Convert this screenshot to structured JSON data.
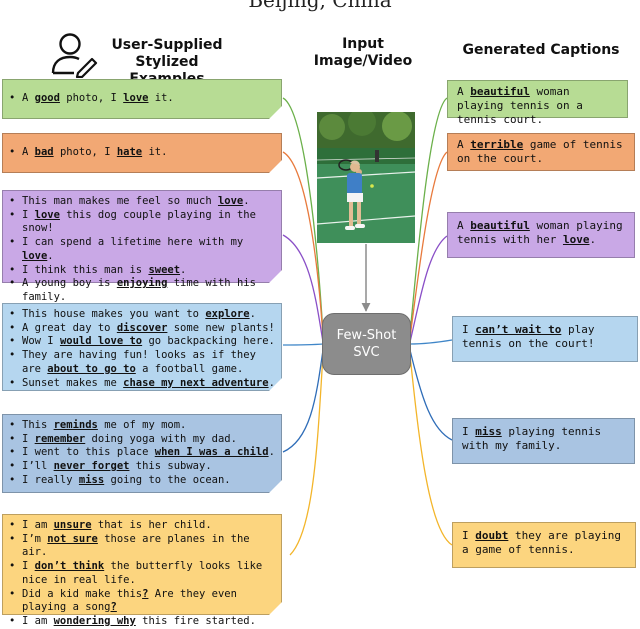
{
  "title_partial": "Beijing, China",
  "headers": {
    "examples": [
      "User-Supplied",
      "Stylized Examples"
    ],
    "input": [
      "Input",
      "Image/Video"
    ],
    "captions": "Generated Captions"
  },
  "center_node": [
    "Few-Shot",
    "SVC"
  ],
  "colors": {
    "green": "#b7dc94",
    "orange": "#f2a874",
    "purple": "#c9a8e6",
    "blue": "#b5d6ef",
    "slate": "#a9c4e2",
    "yellow": "#fcd57f",
    "green_line": "#6bb04a",
    "orange_line": "#e87a3d",
    "purple_line": "#8a4fc7",
    "blue_line": "#3f86c8",
    "slate_line": "#2f6db8",
    "yellow_line": "#f3b52a",
    "center_node": "#8c8c8c"
  },
  "icon": "user-edit-icon",
  "example_groups": [
    {
      "color": "green",
      "items": [
        [
          [
            "A "
          ],
          [
            "good",
            1
          ],
          [
            " photo, I "
          ],
          [
            "love",
            1
          ],
          [
            " it."
          ]
        ]
      ]
    },
    {
      "color": "orange",
      "items": [
        [
          [
            "A "
          ],
          [
            "bad",
            1
          ],
          [
            " photo, I "
          ],
          [
            "hate",
            1
          ],
          [
            " it."
          ]
        ]
      ]
    },
    {
      "color": "purple",
      "items": [
        [
          [
            "This man makes me feel so much "
          ],
          [
            "love",
            1
          ],
          [
            "."
          ]
        ],
        [
          [
            "I "
          ],
          [
            "love",
            1
          ],
          [
            " this dog couple playing in the snow!"
          ]
        ],
        [
          [
            "I can spend a lifetime here with my "
          ],
          [
            "love",
            1
          ],
          [
            "."
          ]
        ],
        [
          [
            "I think this man is "
          ],
          [
            "sweet",
            1
          ],
          [
            "."
          ]
        ],
        [
          [
            "A young boy is "
          ],
          [
            "enjoying",
            1
          ],
          [
            " time with his family."
          ]
        ]
      ]
    },
    {
      "color": "blue",
      "items": [
        [
          [
            "This house makes you want to "
          ],
          [
            "explore",
            1
          ],
          [
            "."
          ]
        ],
        [
          [
            "A great day to "
          ],
          [
            "discover",
            1
          ],
          [
            " some new plants!"
          ]
        ],
        [
          [
            "Wow I "
          ],
          [
            "would love to",
            1
          ],
          [
            " go backpacking here."
          ]
        ],
        [
          [
            "They are having fun! looks as if they are "
          ],
          [
            "about to go to",
            1
          ],
          [
            " a football game."
          ]
        ],
        [
          [
            "Sunset makes me "
          ],
          [
            "chase my next adventure",
            1
          ],
          [
            "."
          ]
        ]
      ]
    },
    {
      "color": "slate",
      "items": [
        [
          [
            "This "
          ],
          [
            "reminds",
            1
          ],
          [
            " me of my mom."
          ]
        ],
        [
          [
            "I "
          ],
          [
            "remember",
            1
          ],
          [
            " doing yoga with my dad."
          ]
        ],
        [
          [
            "I went to this place "
          ],
          [
            "when I was a child",
            1
          ],
          [
            "."
          ]
        ],
        [
          [
            "I’ll "
          ],
          [
            "never forget",
            1
          ],
          [
            " this subway."
          ]
        ],
        [
          [
            "I really "
          ],
          [
            "miss",
            1
          ],
          [
            " going to the ocean."
          ]
        ]
      ]
    },
    {
      "color": "yellow",
      "items": [
        [
          [
            "I am "
          ],
          [
            "unsure",
            1
          ],
          [
            " that is her child."
          ]
        ],
        [
          [
            "I’m "
          ],
          [
            "not sure",
            1
          ],
          [
            " those are planes in the air."
          ]
        ],
        [
          [
            "I "
          ],
          [
            "don’t think",
            1
          ],
          [
            " the butterfly looks like nice in real life."
          ]
        ],
        [
          [
            "Did a kid make this"
          ],
          [
            "?",
            1
          ],
          [
            " Are they even playing a song"
          ],
          [
            "?",
            1
          ]
        ],
        [
          [
            "I am "
          ],
          [
            "wondering why",
            1
          ],
          [
            " this fire started."
          ]
        ]
      ]
    }
  ],
  "captions": [
    {
      "color": "green",
      "parts": [
        [
          "A "
        ],
        [
          "beautiful",
          1
        ],
        [
          " woman playing tennis on a tennis court."
        ]
      ]
    },
    {
      "color": "orange",
      "parts": [
        [
          "A "
        ],
        [
          "terrible",
          1
        ],
        [
          " game of tennis on the court."
        ]
      ]
    },
    {
      "color": "purple",
      "parts": [
        [
          "A "
        ],
        [
          "beautiful",
          1
        ],
        [
          " woman playing tennis with her "
        ],
        [
          "love",
          1
        ],
        [
          "."
        ]
      ]
    },
    {
      "color": "blue",
      "parts": [
        [
          "I "
        ],
        [
          "can’t wait to",
          1
        ],
        [
          " play tennis on the court!"
        ]
      ]
    },
    {
      "color": "slate",
      "parts": [
        [
          "I "
        ],
        [
          "miss",
          1
        ],
        [
          " playing tennis with my family."
        ]
      ]
    },
    {
      "color": "yellow",
      "parts": [
        [
          "I "
        ],
        [
          "doubt",
          1
        ],
        [
          " they are playing a game of tennis."
        ]
      ]
    }
  ]
}
